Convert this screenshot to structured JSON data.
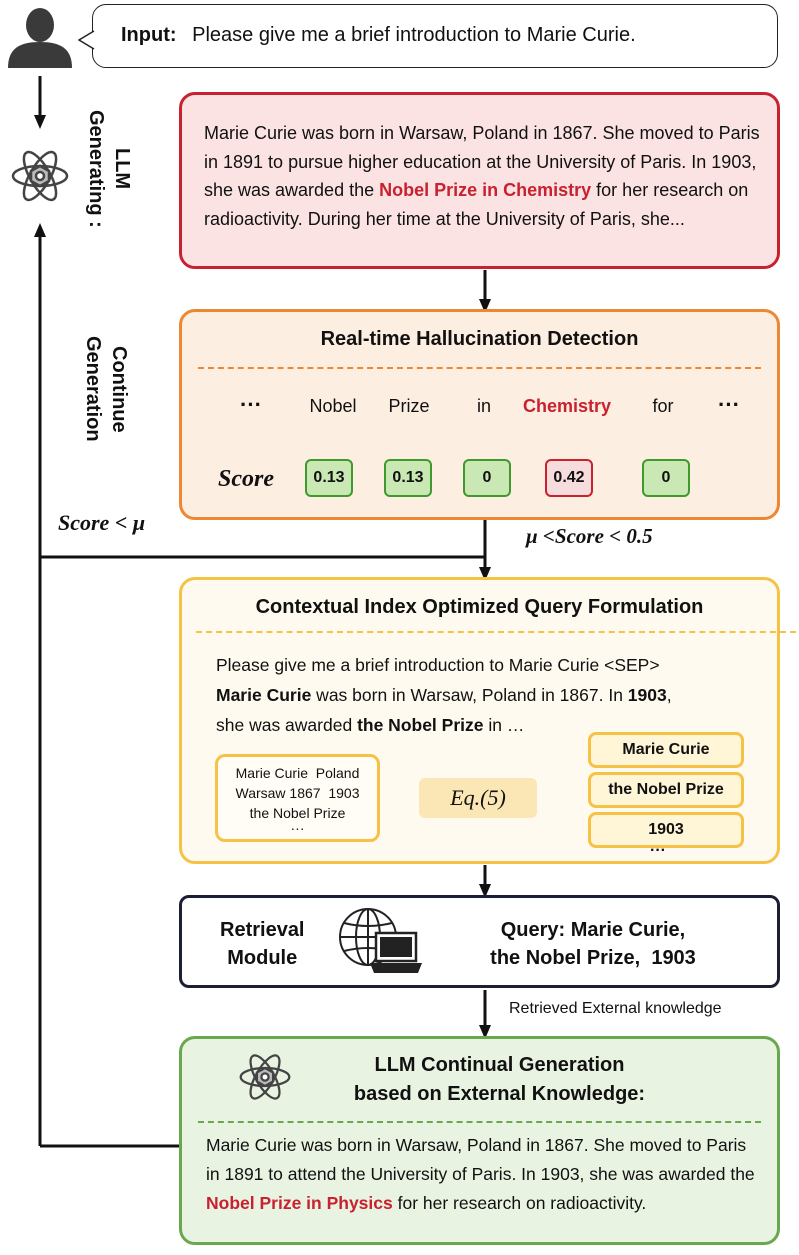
{
  "input": {
    "label": "Input",
    "sep": ":",
    "text": "Please give me a brief introduction to Marie Curie."
  },
  "side_labels": {
    "llm_generating": "LLM Generating :",
    "continue_generation": "Continue Generation",
    "score_lt_mu": "Score < μ",
    "mu_lt_score": "μ <Score < 0.5"
  },
  "generation": {
    "pre": "Marie Curie was born in Warsaw, Poland in 1867. She moved to Paris in 1891 to pursue higher education at the University of Paris. In 1903, she was awarded the ",
    "highlight": "Nobel Prize in Chemistry",
    "post": " for her research on radioactivity. During her time at the University of Paris, she..."
  },
  "detection": {
    "title": "Real-time Hallucination Detection",
    "ellipsis": "···",
    "score_label": "Score",
    "tokens": [
      {
        "word": "Nobel",
        "score": "0.13",
        "flag": false
      },
      {
        "word": "Prize",
        "score": "0.13",
        "flag": false
      },
      {
        "word": "in",
        "score": "0",
        "flag": false
      },
      {
        "word": "Chemistry",
        "score": "0.42",
        "flag": true
      },
      {
        "word": "for",
        "score": "0",
        "flag": false
      }
    ]
  },
  "query": {
    "title": "Contextual Index Optimized Query Formulation",
    "line1": "Please give me a brief introduction to Marie Curie <SEP>",
    "l2_b1": "Marie Curie",
    "l2_t1": " was born in Warsaw, Poland in 1867. In ",
    "l2_b2": "1903",
    "l2_t2": ",",
    "l3_t1": "she was awarded ",
    "l3_b1": "the Nobel Prize",
    "l3_t2": " in …",
    "candidates": [
      "Marie Curie  Poland",
      "Warsaw 1867  1903",
      "the Nobel Prize",
      "···"
    ],
    "equation": "Eq.(5)",
    "selected": [
      "Marie Curie",
      "the Nobel Prize",
      "1903"
    ],
    "more": "···"
  },
  "retrieval": {
    "label_line1": "Retrieval",
    "label_line2": "Module",
    "query_line1": "Query: Marie Curie,",
    "query_line2": "the Nobel Prize,  1903",
    "retrieved_label": "Retrieved External knowledge"
  },
  "continual": {
    "title_line1": "LLM Continual Generation",
    "title_line2": "based on External Knowledge:",
    "pre": "Marie Curie was born in Warsaw, Poland in 1867. She moved to Paris in 1891 to attend the University of Paris. In 1903, she was awarded the ",
    "highlight": "Nobel Prize in Physics",
    "post": " for her research on radioactivity."
  },
  "colors": {
    "red": "#c8212f",
    "orange": "#ee8733",
    "yellow": "#f5c246",
    "green": "#6aa84f",
    "navy": "#1b1f36"
  }
}
